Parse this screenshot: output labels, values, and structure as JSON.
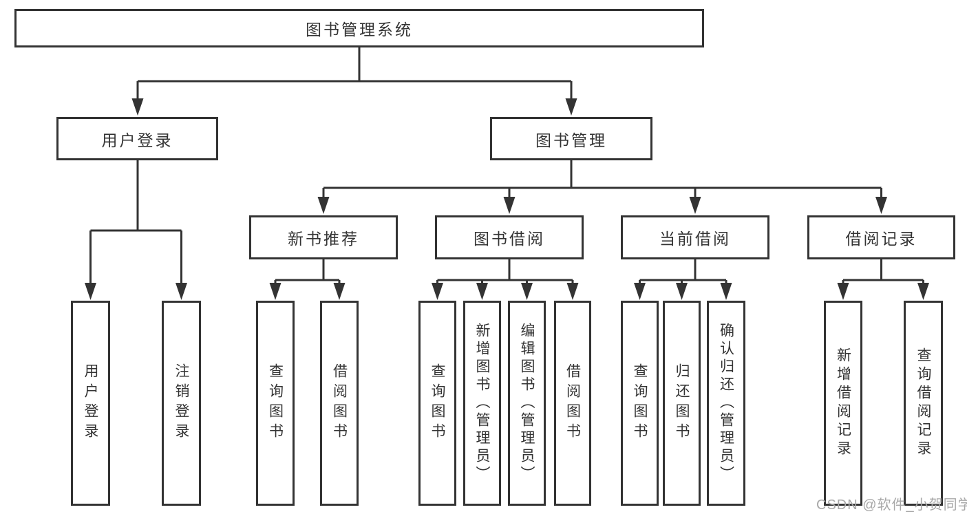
{
  "title": "图书管理系统",
  "colors": {
    "line": "#333333",
    "box_border": "#333333",
    "text": "#333333",
    "watermark": "#a8a8a8",
    "background": "#ffffff"
  },
  "watermark": {
    "text": "CSDN @软件_小贺同学"
  },
  "tree": {
    "label": "图书管理系统",
    "children": [
      {
        "label": "用户登录",
        "children": [
          {
            "label": "用户登录"
          },
          {
            "label": "注销登录"
          }
        ]
      },
      {
        "label": "图书管理",
        "children": [
          {
            "label": "新书推荐",
            "children": [
              {
                "label": "查询图书"
              },
              {
                "label": "借阅图书"
              }
            ]
          },
          {
            "label": "图书借阅",
            "children": [
              {
                "label": "查询图书"
              },
              {
                "label": "新增图书（管理员）"
              },
              {
                "label": "编辑图书（管理员）"
              },
              {
                "label": "借阅图书"
              }
            ]
          },
          {
            "label": "当前借阅",
            "children": [
              {
                "label": "查询图书"
              },
              {
                "label": "归还图书"
              },
              {
                "label": "确认归还（管理员）"
              }
            ]
          },
          {
            "label": "借阅记录",
            "children": [
              {
                "label": "新增借阅记录"
              },
              {
                "label": "查询借阅记录"
              }
            ]
          }
        ]
      }
    ]
  }
}
